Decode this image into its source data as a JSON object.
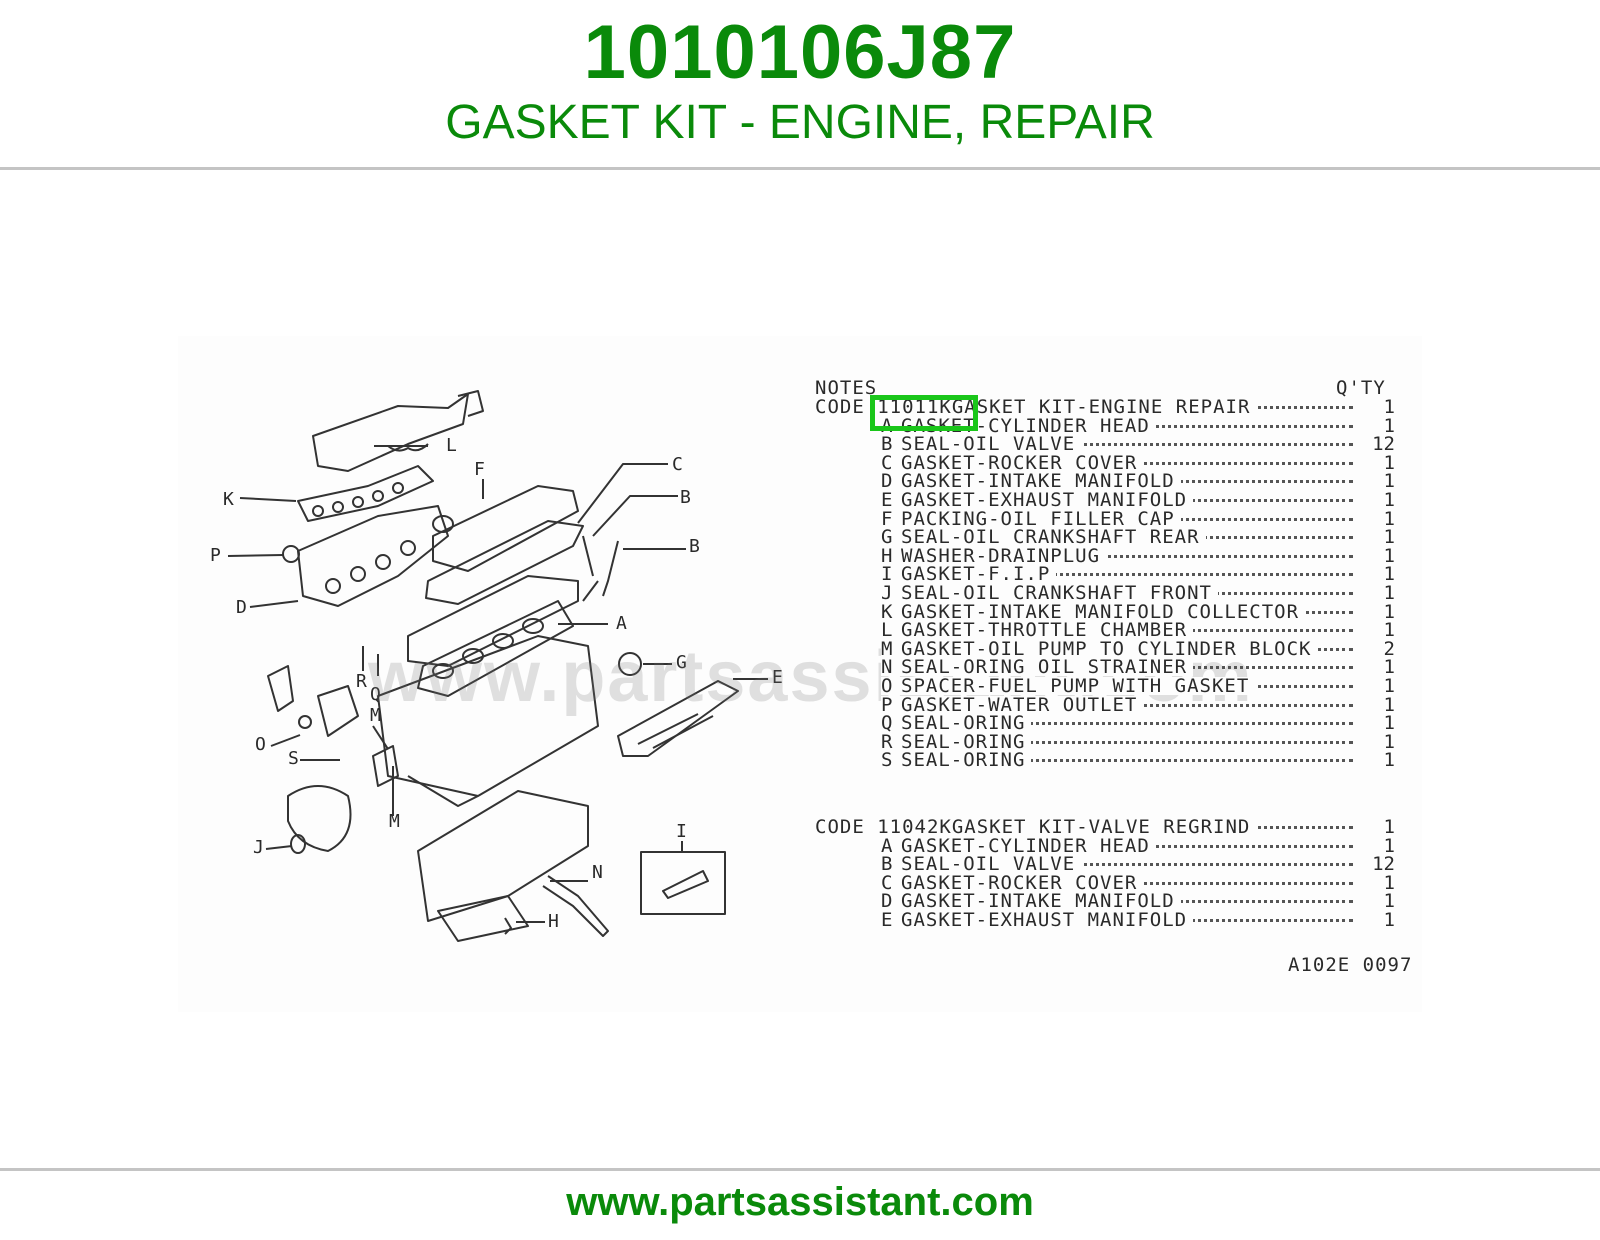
{
  "header": {
    "part_number": "1010106J87",
    "title": "GASKET KIT - ENGINE, REPAIR"
  },
  "diagram": {
    "notes_label": "NOTES",
    "qty_label": "Q'TY",
    "code_label": "CODE",
    "highlight_text": "11011KGAS",
    "watermark": "www.partsassistant.com",
    "reference": "A102E 0097",
    "kit1": {
      "header": "11011KGASKET KIT-ENGINE REPAIR",
      "qty": "1",
      "items": [
        {
          "letter": "A",
          "name": "GASKET-CYLINDER HEAD",
          "qty": "1"
        },
        {
          "letter": "B",
          "name": "SEAL-OIL VALVE",
          "qty": "12"
        },
        {
          "letter": "C",
          "name": "GASKET-ROCKER COVER",
          "qty": "1"
        },
        {
          "letter": "D",
          "name": "GASKET-INTAKE MANIFOLD",
          "qty": "1"
        },
        {
          "letter": "E",
          "name": "GASKET-EXHAUST MANIFOLD",
          "qty": "1"
        },
        {
          "letter": "F",
          "name": "PACKING-OIL FILLER CAP",
          "qty": "1"
        },
        {
          "letter": "G",
          "name": "SEAL-OIL CRANKSHAFT REAR",
          "qty": "1"
        },
        {
          "letter": "H",
          "name": "WASHER-DRAINPLUG",
          "qty": "1"
        },
        {
          "letter": "I",
          "name": "GASKET-F.I.P",
          "qty": "1"
        },
        {
          "letter": "J",
          "name": "SEAL-OIL CRANKSHAFT FRONT",
          "qty": "1"
        },
        {
          "letter": "K",
          "name": "GASKET-INTAKE MANIFOLD COLLECTOR",
          "qty": "1"
        },
        {
          "letter": "L",
          "name": "GASKET-THROTTLE CHAMBER",
          "qty": "1"
        },
        {
          "letter": "M",
          "name": "GASKET-OIL PUMP TO CYLINDER BLOCK",
          "qty": "2"
        },
        {
          "letter": "N",
          "name": "SEAL-ORING OIL STRAINER",
          "qty": "1"
        },
        {
          "letter": "O",
          "name": "SPACER-FUEL PUMP WITH GASKET",
          "qty": "1"
        },
        {
          "letter": "P",
          "name": "GASKET-WATER OUTLET",
          "qty": "1"
        },
        {
          "letter": "Q",
          "name": "SEAL-ORING",
          "qty": "1"
        },
        {
          "letter": "R",
          "name": "SEAL-ORING",
          "qty": "1"
        },
        {
          "letter": "S",
          "name": "SEAL-ORING",
          "qty": "1"
        }
      ]
    },
    "kit2": {
      "header": "CODE 11042KGASKET KIT-VALVE REGRIND",
      "qty": "1",
      "items": [
        {
          "letter": "A",
          "name": "GASKET-CYLINDER HEAD",
          "qty": "1"
        },
        {
          "letter": "B",
          "name": "SEAL-OIL VALVE",
          "qty": "12"
        },
        {
          "letter": "C",
          "name": "GASKET-ROCKER COVER",
          "qty": "1"
        },
        {
          "letter": "D",
          "name": "GASKET-INTAKE MANIFOLD",
          "qty": "1"
        },
        {
          "letter": "E",
          "name": "GASKET-EXHAUST MANIFOLD",
          "qty": "1"
        }
      ]
    },
    "callouts": {
      "L": "L",
      "F": "F",
      "C": "C",
      "B1": "B",
      "B2": "B",
      "K": "K",
      "P": "P",
      "D": "D",
      "A": "A",
      "G": "G",
      "E": "E",
      "R": "R",
      "Q": "Q",
      "M1": "M",
      "O": "O",
      "S": "S",
      "M2": "M",
      "J": "J",
      "I": "I",
      "N": "N",
      "H": "H"
    }
  },
  "footer": {
    "url": "www.partsassistant.com"
  }
}
